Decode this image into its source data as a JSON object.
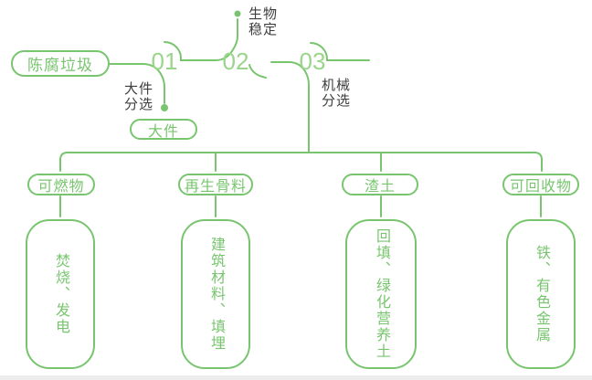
{
  "colors": {
    "green": "#79C56F",
    "green-light": "#9AD58B",
    "text-dark": "#3E3E3E",
    "strip": "#EDEDED"
  },
  "diagram": {
    "source": {
      "label": "陈腐垃圾"
    },
    "steps": [
      {
        "number": "01",
        "label_lines": [
          "大件",
          "分选"
        ],
        "branch": {
          "label": "大件"
        }
      },
      {
        "number": "02",
        "label_lines": [
          "生物",
          "稳定"
        ]
      },
      {
        "number": "03",
        "label_lines": [
          "机械",
          "分选"
        ]
      }
    ],
    "outputs": [
      {
        "category": "可燃物",
        "detail": "焚烧、发电"
      },
      {
        "category": "再生骨料",
        "detail": "建筑材料、填埋"
      },
      {
        "category": "渣土",
        "detail": "回填、绿化营养土"
      },
      {
        "category": "可回收物",
        "detail": "铁、有色金属"
      }
    ]
  }
}
